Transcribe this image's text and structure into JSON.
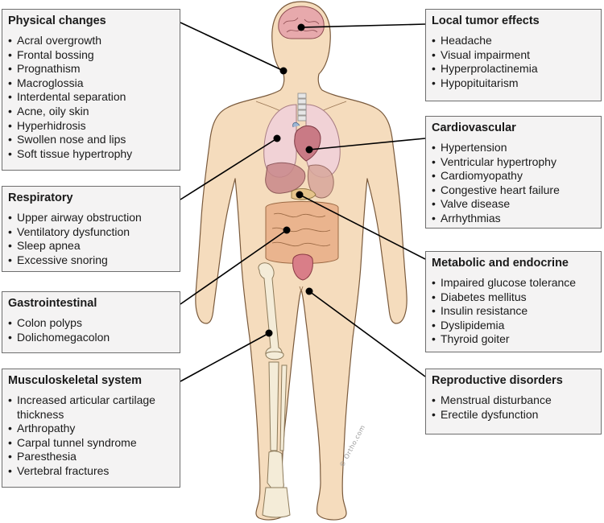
{
  "boxes": {
    "physical": {
      "title": "Physical changes",
      "items": [
        "Acral overgrowth",
        "Frontal bossing",
        "Prognathism",
        "Macroglossia",
        "Interdental separation",
        "Acne, oily skin",
        "Hyperhidrosis",
        "Swollen nose and lips",
        "Soft tissue hypertrophy"
      ]
    },
    "respiratory": {
      "title": "Respiratory",
      "items": [
        "Upper airway obstruction",
        "Ventilatory dysfunction",
        "Sleep apnea",
        "Excessive snoring"
      ]
    },
    "gastro": {
      "title": "Gastrointestinal",
      "items": [
        "Colon polyps",
        "Dolichomegacolon"
      ]
    },
    "musculo": {
      "title": "Musculoskeletal system",
      "items": [
        "Increased articular cartilage thickness",
        "Arthropathy",
        "Carpal tunnel syndrome",
        "Paresthesia",
        "Vertebral fractures"
      ]
    },
    "tumor": {
      "title": "Local tumor effects",
      "items": [
        "Headache",
        "Visual impairment",
        "Hyperprolactinemia",
        "Hypopituitarism"
      ]
    },
    "cardio": {
      "title": "Cardiovascular",
      "items": [
        "Hypertension",
        "Ventricular hypertrophy",
        "Cardiomyopathy",
        "Congestive heart failure",
        "Valve disease",
        "Arrhythmias"
      ]
    },
    "metabolic": {
      "title": "Metabolic and endocrine",
      "items": [
        "Impaired glucose tolerance",
        "Diabetes mellitus",
        "Insulin resistance",
        "Dyslipidemia",
        "Thyroid goiter"
      ]
    },
    "reproductive": {
      "title": "Reproductive disorders",
      "items": [
        "Menstrual disturbance",
        "Erectile dysfunction"
      ]
    }
  },
  "signature": "© Ortho.com",
  "colors": {
    "skin": "#f5dcbd",
    "skin_outline": "#7a5a3c",
    "box_fill": "#f4f3f3",
    "box_border": "#6e6e6e",
    "brain": "#e7a9ac",
    "lung": "#f1d2d6",
    "heart": "#c97a85",
    "liver": "#c9888a",
    "intestine": "#eab48e",
    "bone": "#f4ecd8",
    "leader_line": "#000000"
  }
}
